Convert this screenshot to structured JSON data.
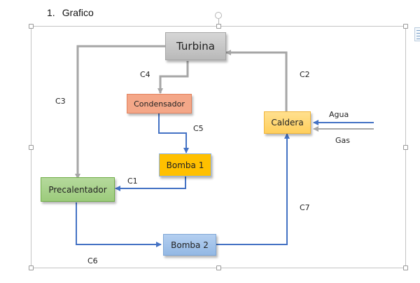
{
  "heading": {
    "number": "1.",
    "title": "Grafico"
  },
  "nodes": {
    "turbina": {
      "label": "Turbina",
      "fill": "#c8c8c8",
      "border": "#a6a6a6"
    },
    "condensador": {
      "label": "Condensador",
      "fill": "#f4a788",
      "border": "#e3835f"
    },
    "bomba1": {
      "label": "Bomba 1",
      "fill": "#ffc000",
      "border": "#8eb4e3"
    },
    "caldera": {
      "label": "Caldera",
      "fill": "#ffd77a",
      "border": "#f0b53a"
    },
    "precalentador": {
      "label": "Precalentador",
      "fill": "#a9d18e",
      "border": "#70ad47"
    },
    "bomba2": {
      "label": "Bomba 2",
      "fill": "#a3c4ea",
      "border": "#7ea6d6"
    }
  },
  "connections": {
    "c1": "C1",
    "c2": "C2",
    "c3": "C3",
    "c4": "C4",
    "c5": "C5",
    "c6": "C6",
    "c7": "C7"
  },
  "inputs": {
    "agua": "Agua",
    "gas": "Gas"
  },
  "colors": {
    "blue_line": "#4472c4",
    "gray_line": "#a6a6a6"
  }
}
